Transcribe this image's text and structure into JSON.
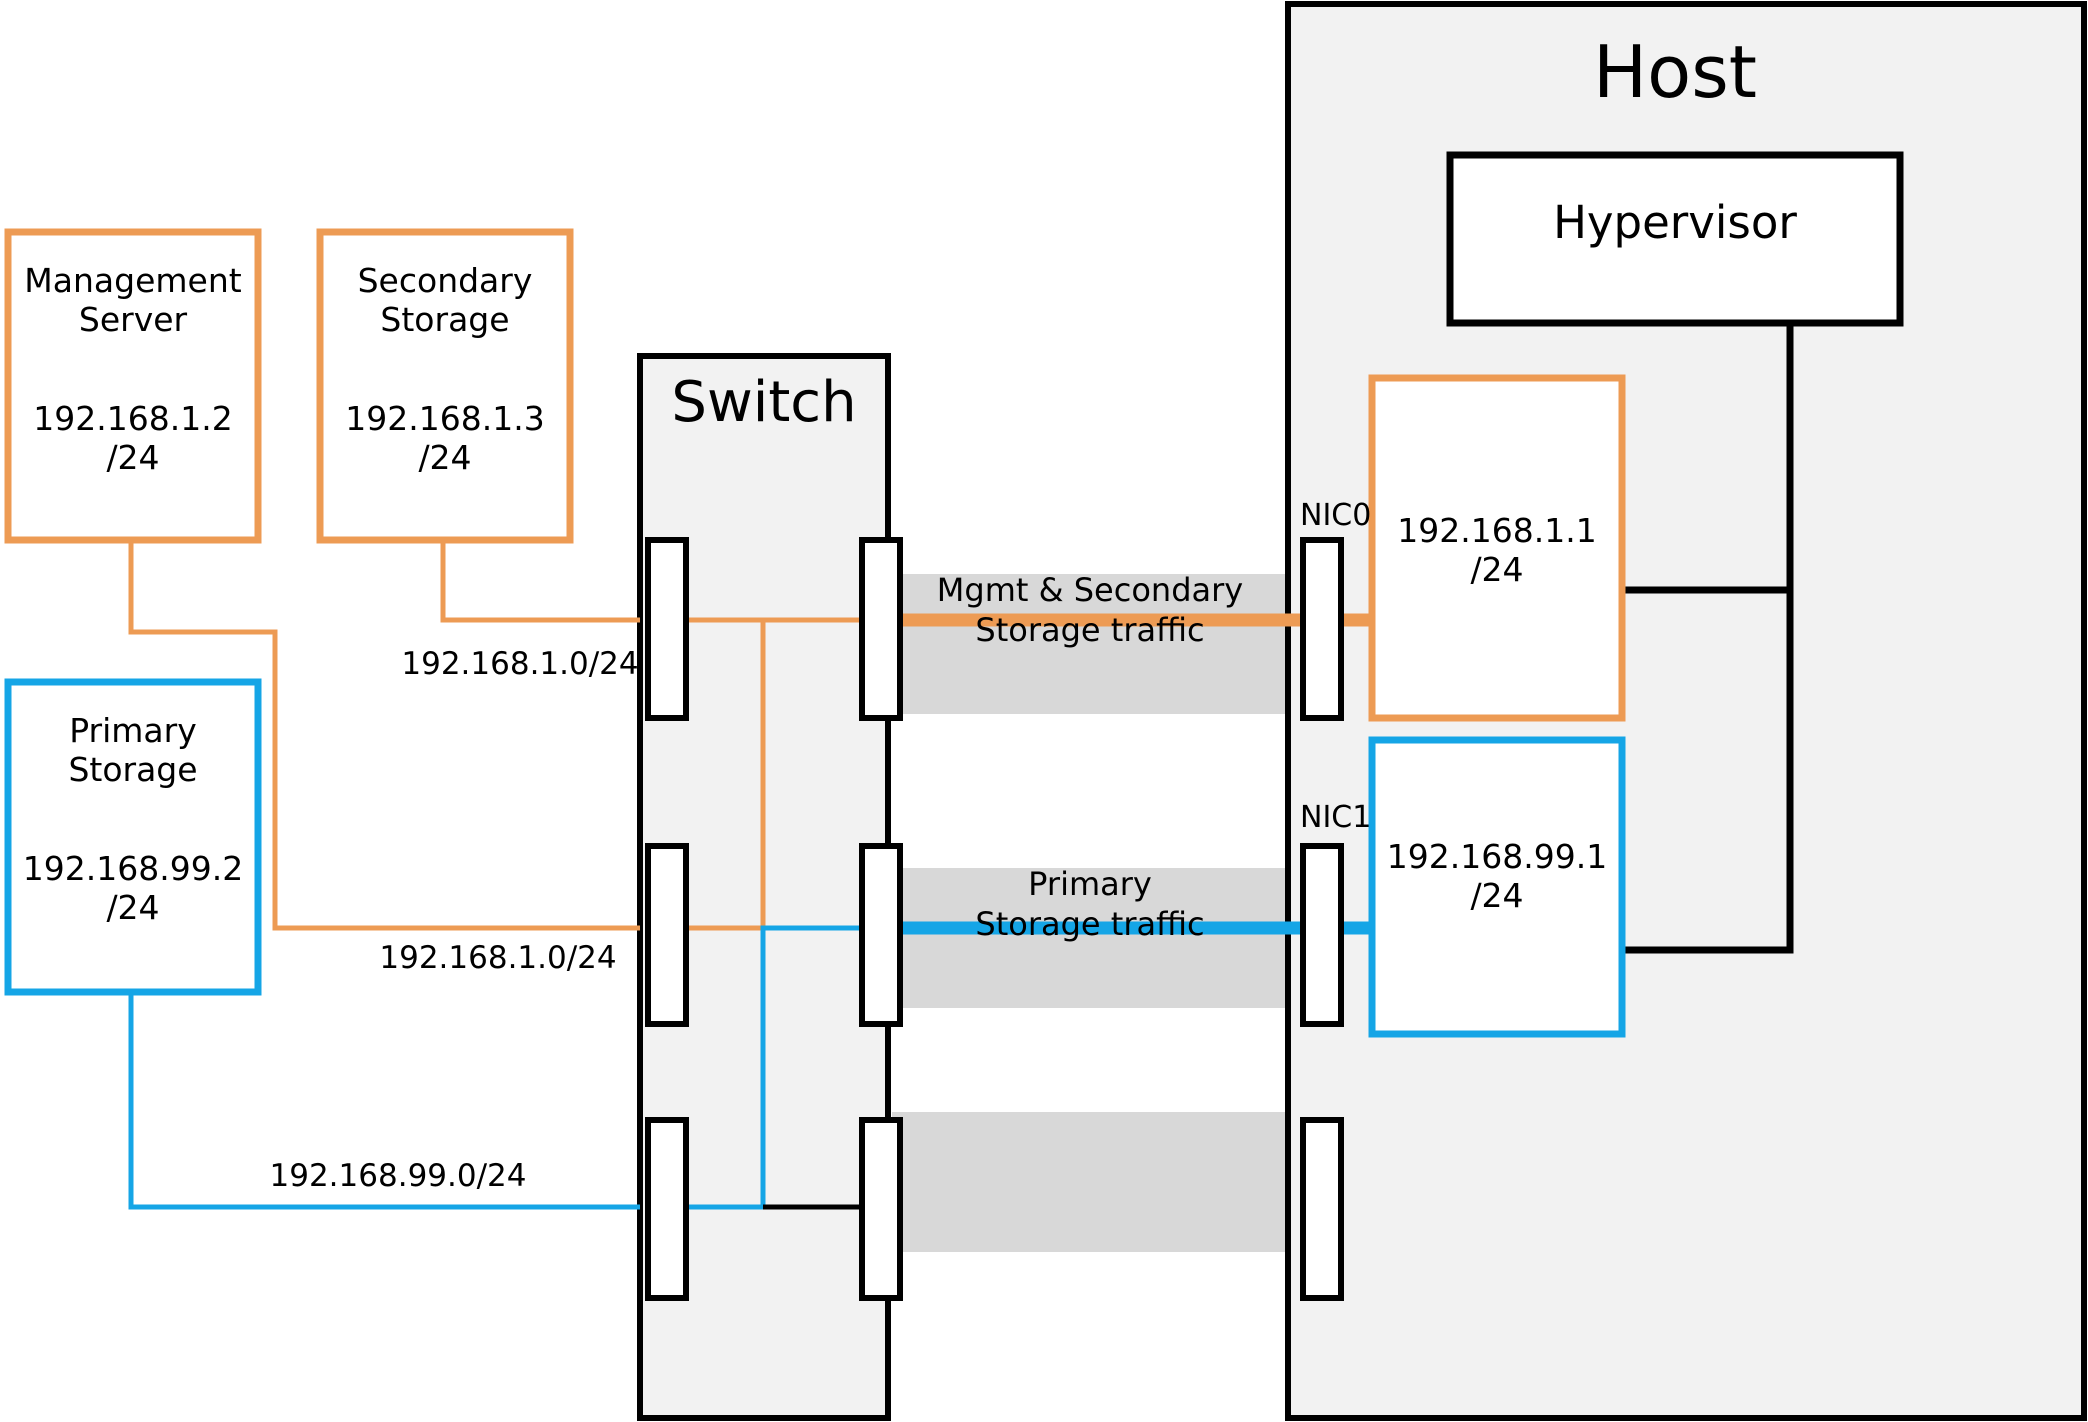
{
  "diagram": {
    "title": "CloudStack basic network topology with switch and host NICs",
    "colors": {
      "orange": "#ED9B54",
      "blue": "#15A5E6",
      "black": "#000000",
      "band_gray": "#D8D8D8",
      "box_fill_gray": "#F2F2F2",
      "white": "#FFFFFF"
    }
  },
  "nodes": {
    "management_server": {
      "name": "Management\nServer",
      "ip": "192.168.1.2\n/24",
      "border_color": "#ED9B54"
    },
    "secondary_storage": {
      "name": "Secondary\nStorage",
      "ip": "192.168.1.3\n/24",
      "border_color": "#ED9B54"
    },
    "primary_storage": {
      "name": "Primary\nStorage",
      "ip": "192.168.99.2\n/24",
      "border_color": "#15A5E6"
    },
    "switch": {
      "label": "Switch"
    },
    "host": {
      "label": "Host",
      "hypervisor_label": "Hypervisor",
      "nic0_label": "NIC0",
      "nic1_label": "NIC1",
      "nic0_ip": "192.168.1.1\n/24",
      "nic1_ip": "192.168.99.1\n/24"
    }
  },
  "link_labels": {
    "secondary_to_switch": "192.168.1.0/24",
    "management_to_switch": "192.168.1.0/24",
    "primary_to_switch": "192.168.99.0/24"
  },
  "traffic_bands": [
    {
      "id": "mgmt-secondary",
      "line1": "Mgmt & Secondary",
      "line2": "Storage traffic",
      "line_color": "#ED9B54"
    },
    {
      "id": "primary",
      "line1": "Primary",
      "line2": "Storage traffic",
      "line_color": "#15A5E6"
    },
    {
      "id": "unlabeled-lower",
      "line1": "",
      "line2": "",
      "line_color": ""
    }
  ]
}
